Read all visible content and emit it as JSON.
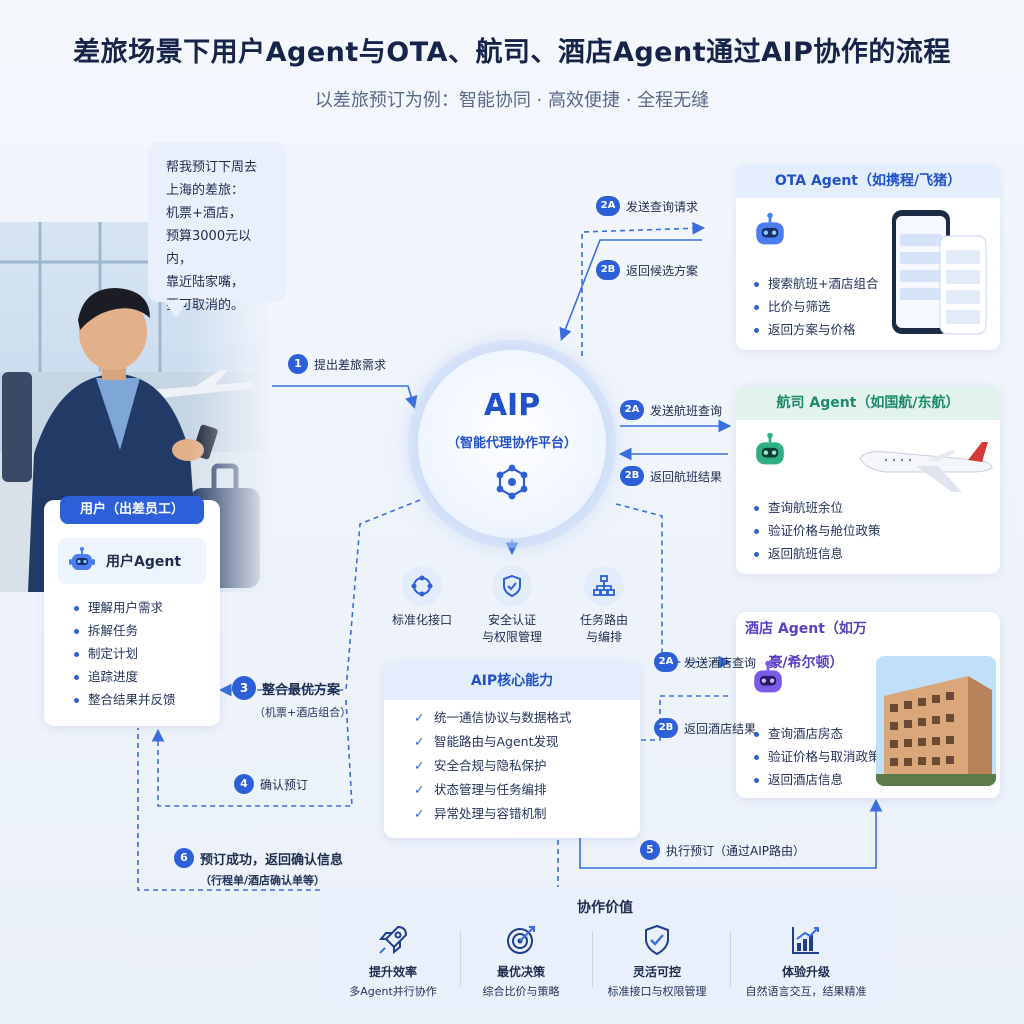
{
  "header": {
    "title": "差旅场景下用户Agent与OTA、航司、酒店Agent通过AIP协作的流程",
    "subtitle": "以差旅预订为例：智能协同 · 高效便捷 · 全程无缝"
  },
  "bubble": {
    "lines": [
      "帮我预订下周去",
      "上海的差旅：",
      "机票+酒店，",
      "预算3000元以内，",
      "靠近陆家嘴，",
      "要可取消的。"
    ]
  },
  "user": {
    "header": "用户（出差员工）",
    "agent_label": "用户Agent",
    "tasks": [
      "理解用户需求",
      "拆解任务",
      "制定计划",
      "追踪进度",
      "整合结果并反馈"
    ]
  },
  "hub": {
    "title": "AIP",
    "subtitle": "（智能代理协作平台）"
  },
  "hub_features": [
    {
      "label_1": "标准化接口",
      "label_2": "",
      "icon": "network-icon"
    },
    {
      "label_1": "安全认证",
      "label_2": "与权限管理",
      "icon": "shield-check-icon"
    },
    {
      "label_1": "任务路由",
      "label_2": "与编排",
      "icon": "hierarchy-icon"
    }
  ],
  "ota": {
    "title": "OTA Agent（如携程/飞猪）",
    "tasks": [
      "搜索航班+酒店组合",
      "比价与筛选",
      "返回方案与价格"
    ]
  },
  "airline": {
    "title": "航司 Agent（如国航/东航）",
    "tasks": [
      "查询航班余位",
      "验证价格与舱位政策",
      "返回航班信息"
    ]
  },
  "hotel": {
    "title": "酒店 Agent（如万豪/希尔顿）",
    "tasks": [
      "查询酒店房态",
      "验证价格与取消政策",
      "返回酒店信息"
    ]
  },
  "steps": {
    "s1": {
      "num": "1",
      "text": "提出差旅需求"
    },
    "s2a_ota": {
      "num": "2A",
      "text": "发送查询请求"
    },
    "s2b_ota": {
      "num": "2B",
      "text": "返回候选方案"
    },
    "s2a_air": {
      "num": "2A",
      "text": "发送航班查询"
    },
    "s2b_air": {
      "num": "2B",
      "text": "返回航班结果"
    },
    "s2a_hotel": {
      "num": "2A",
      "text": "发送酒店查询"
    },
    "s2b_hotel": {
      "num": "2B",
      "text": "返回酒店结果"
    },
    "s3": {
      "num": "3",
      "text": "整合最优方案",
      "sub": "（机票+酒店组合）"
    },
    "s4": {
      "num": "4",
      "text": "确认预订"
    },
    "s5": {
      "num": "5",
      "text": "执行预订（通过AIP路由）"
    },
    "s6": {
      "num": "6",
      "text": "预订成功，返回确认信息",
      "sub": "（行程单/酒店确认单等）"
    }
  },
  "core": {
    "title": "AIP核心能力",
    "items": [
      "统一通信协议与数据格式",
      "智能路由与Agent发现",
      "安全合规与隐私保护",
      "状态管理与任务编排",
      "异常处理与容错机制"
    ]
  },
  "value": {
    "title": "协作价值",
    "items": [
      {
        "title": "提升效率",
        "sub": "多Agent并行协作",
        "icon": "rocket-icon"
      },
      {
        "title": "最优决策",
        "sub": "综合比价与策略",
        "icon": "target-icon"
      },
      {
        "title": "灵活可控",
        "sub": "标准接口与权限管理",
        "icon": "shield-icon"
      },
      {
        "title": "体验升级",
        "sub": "自然语言交互，结果精准",
        "icon": "growth-chart-icon"
      }
    ]
  },
  "colors": {
    "accent": "#2d5fd8",
    "airline": "#1c8a6a",
    "hotel": "#5a3fc4"
  }
}
